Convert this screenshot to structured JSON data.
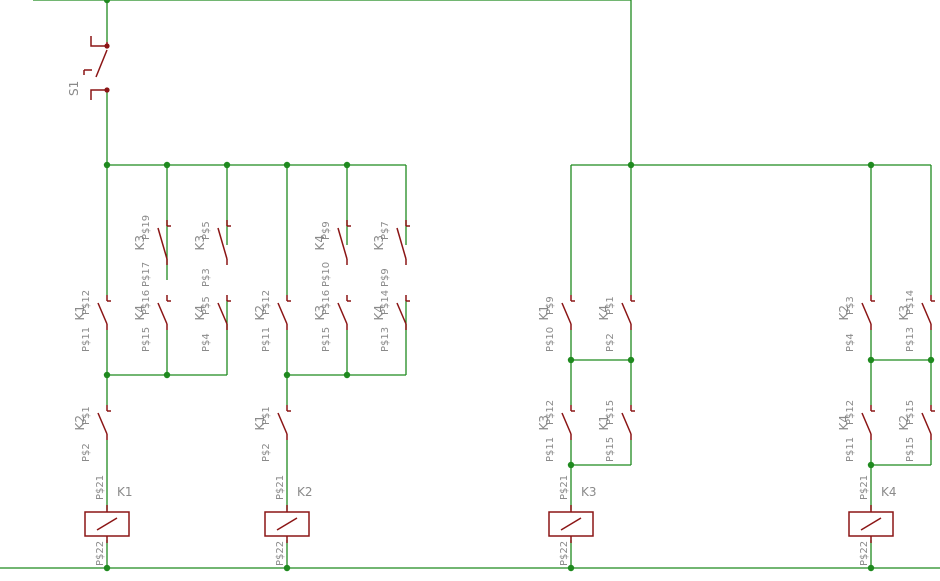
{
  "schematic": {
    "pushbutton": {
      "name": "S1"
    },
    "relays": [
      {
        "name": "K1",
        "pin_a": "P$21",
        "pin_b": "P$22"
      },
      {
        "name": "K2",
        "pin_a": "P$21",
        "pin_b": "P$22"
      },
      {
        "name": "K3",
        "pin_a": "P$21",
        "pin_b": "P$22"
      },
      {
        "name": "K4",
        "pin_a": "P$21",
        "pin_b": "P$22"
      }
    ],
    "contacts": [
      {
        "relay": "K1",
        "pin_top": "P$12",
        "pin_bottom": "P$11"
      },
      {
        "relay": "K3",
        "pin_top": "P$19",
        "pin_bottom": "P$17"
      },
      {
        "relay": "K4",
        "pin_top": "P$16",
        "pin_bottom": "P$15"
      },
      {
        "relay": "K3",
        "pin_top": "P$5",
        "pin_bottom": "P$3"
      },
      {
        "relay": "K4",
        "pin_top": "P$5",
        "pin_bottom": "P$4"
      },
      {
        "relay": "K2",
        "pin_top": "P$1",
        "pin_bottom": "P$2"
      },
      {
        "relay": "K2",
        "pin_top": "P$12",
        "pin_bottom": "P$11"
      },
      {
        "relay": "K4",
        "pin_top": "P$9",
        "pin_bottom": "P$10"
      },
      {
        "relay": "K3",
        "pin_top": "P$16",
        "pin_bottom": "P$15"
      },
      {
        "relay": "K3",
        "pin_top": "P$7",
        "pin_bottom": "P$9"
      },
      {
        "relay": "K4",
        "pin_top": "P$14",
        "pin_bottom": "P$13"
      },
      {
        "relay": "K1",
        "pin_top": "P$1",
        "pin_bottom": "P$2"
      },
      {
        "relay": "K1",
        "pin_top": "P$9",
        "pin_bottom": "P$10"
      },
      {
        "relay": "K4",
        "pin_top": "P$1",
        "pin_bottom": "P$2"
      },
      {
        "relay": "K3",
        "pin_top": "P$12",
        "pin_bottom": "P$11"
      },
      {
        "relay": "K1",
        "pin_top": "P$15",
        "pin_bottom": "P$15"
      },
      {
        "relay": "K2",
        "pin_top": "P$3",
        "pin_bottom": "P$4"
      },
      {
        "relay": "K3",
        "pin_top": "P$14",
        "pin_bottom": "P$13"
      },
      {
        "relay": "K4",
        "pin_top": "P$12",
        "pin_bottom": "P$11"
      },
      {
        "relay": "K2",
        "pin_top": "P$15",
        "pin_bottom": "P$15"
      }
    ],
    "colors": {
      "wire": "#1f8a1f",
      "component": "#8b1515",
      "label": "#8a8a8a"
    }
  }
}
